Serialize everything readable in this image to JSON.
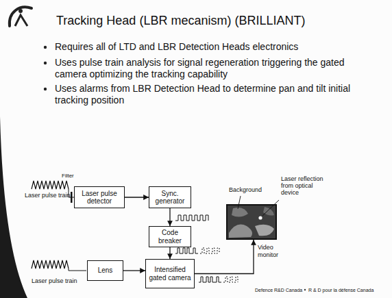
{
  "diagram": {
    "title": "Tracking Head (LBR mecanism) (BRILLIANT)",
    "nodes": [
      {
        "text": [
          "Laser pulse detector"
        ]
      },
      {
        "text": [
          "Sync. generator"
        ]
      },
      {
        "text": [
          "Code breaker"
        ]
      },
      {
        "text": [
          "Lens"
        ]
      },
      {
        "text": [
          "Intensified gated camera"
        ]
      },
      {
        "text": [
          "Video monitor"
        ]
      }
    ],
    "edges": [
      {
        "from": 0,
        "to": 1,
        "arrow": "to"
      },
      {
        "from": 1,
        "to": 2,
        "arrow": "to"
      },
      {
        "from": 2,
        "to": 4,
        "arrow": "to"
      },
      {
        "from": 3,
        "to": 4,
        "arrow": "to"
      },
      {
        "from": 4,
        "to": 5,
        "arrow": "to"
      }
    ],
    "labels": [
      "Requires all of LTD and LBR Detection Heads electronics",
      "Uses pulse train analysis for signal regeneration triggering the gated camera optimizing the tracking capability",
      "Uses alarms from LBR Detection Head to determine pan and tilt initial tracking position",
      "Filter",
      "Laser pulse train",
      "Laser pulse train",
      "Background",
      "Laser reflection from optical device",
      "Defence R&D Canada",
      "R & D pour la défense Canada"
    ]
  }
}
